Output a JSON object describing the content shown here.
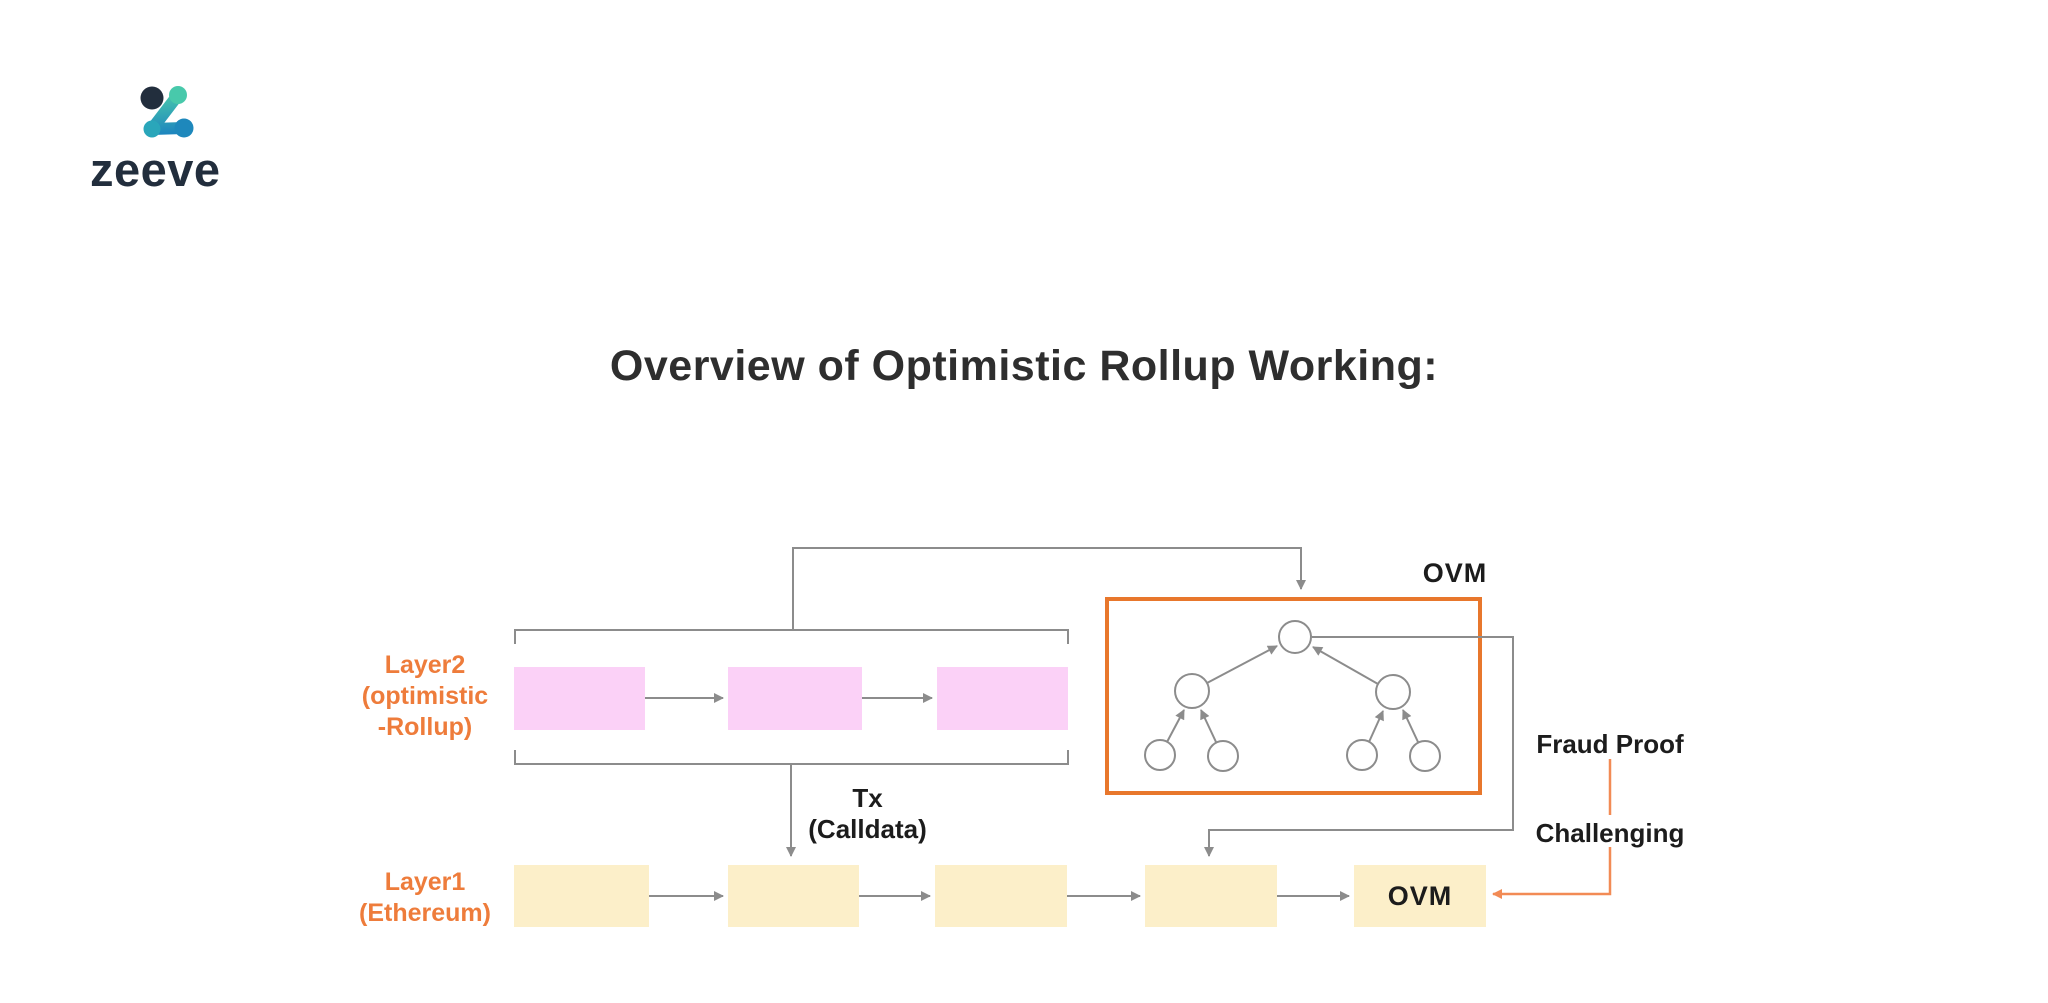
{
  "logo": {
    "brand": "zeeve",
    "icon": "zeeve-mark-icon"
  },
  "title": "Overview of Optimistic Rollup Working:",
  "colors": {
    "orange_label_text": "#EE7C3B",
    "orange_box_border": "#E8772C",
    "orange_arrow": "#F28B55",
    "pink_block": "#FBD1F7",
    "yellow_block": "#FCEFC9",
    "gray_line": "#8C8C8C",
    "dark_label_text": "#1C1C1C",
    "title_text": "#2E2E2E",
    "logo_navy": "#222E3D",
    "logo_teal": "#45C4AD",
    "logo_blue": "#1E88BC"
  },
  "diagram": {
    "layer2_label_lines": [
      "Layer2",
      "(optimistic",
      "-Rollup)"
    ],
    "layer1_label_lines": [
      "Layer1",
      "(Ethereum)"
    ],
    "ovm_box_label": "OVM",
    "l1_ovm_block_label": "OVM",
    "tx_label_lines": [
      "Tx",
      "(Calldata)"
    ],
    "fraud_proof_label": "Fraud Proof",
    "challenging_label": "Challenging",
    "layer2_block_count": 3,
    "layer1_block_count": 5,
    "merkle_tree_levels": [
      1,
      2,
      4
    ]
  }
}
